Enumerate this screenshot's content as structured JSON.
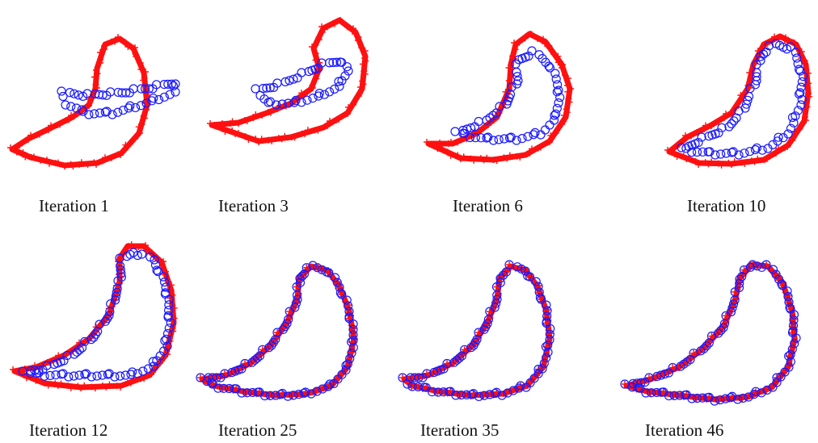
{
  "legend_colors": {
    "target_shape": "#ff1010",
    "moving_shape": "#1a1aff"
  },
  "panels": [
    {
      "caption": "Iteration 1"
    },
    {
      "caption": "Iteration 3"
    },
    {
      "caption": "Iteration 6"
    },
    {
      "caption": "Iteration 10"
    },
    {
      "caption": "Iteration 12"
    },
    {
      "caption": "Iteration 25"
    },
    {
      "caption": "Iteration 35"
    },
    {
      "caption": "Iteration 46"
    }
  ]
}
